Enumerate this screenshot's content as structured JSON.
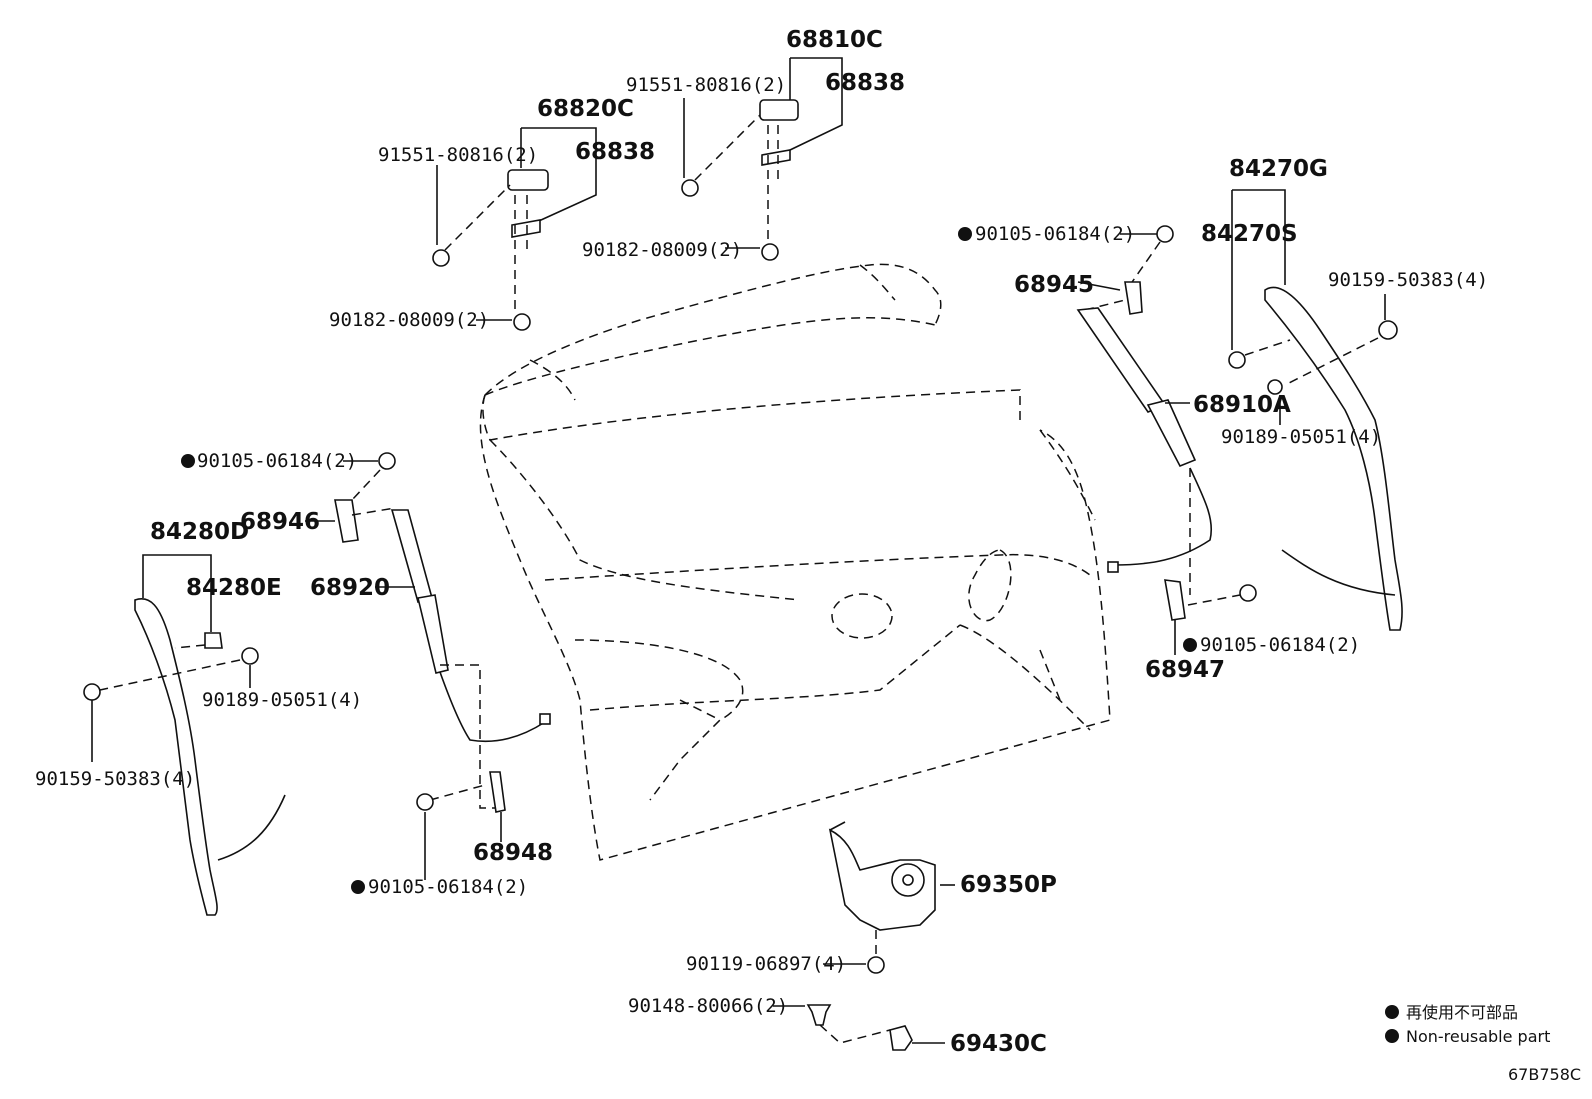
{
  "diagram": {
    "ref_code": "67B758C",
    "legend": {
      "jp": "再使用不可部品",
      "en": "Non-reusable part"
    },
    "labels": {
      "p68810C": "68810C",
      "p91551_top": "91551-80816(2)",
      "p68838_top": "68838",
      "p68820C": "68820C",
      "p91551_left": "91551-80816(2)",
      "p68838_left": "68838",
      "p90182_mid": "90182-08009(2)",
      "p90182_left": "90182-08009(2)",
      "p84270G": "84270G",
      "p84270S": "84270S",
      "p90105_right_top": "90105-06184(2)",
      "p68945": "68945",
      "p90159_right": "90159-50383(4)",
      "p68910A": "68910A",
      "p90189_right": "90189-05051(4)",
      "p90105_left_top": "90105-06184(2)",
      "p68946": "68946",
      "p84280D": "84280D",
      "p84280E": "84280E",
      "p68920": "68920",
      "p90189_left": "90189-05051(4)",
      "p90159_left": "90159-50383(4)",
      "p90105_right_bot": "90105-06184(2)",
      "p68947": "68947",
      "p68948": "68948",
      "p90105_left_bot": "90105-06184(2)",
      "p69350P": "69350P",
      "p90119": "90119-06897(4)",
      "p90148": "90148-80066(2)",
      "p69430C": "69430C"
    }
  }
}
